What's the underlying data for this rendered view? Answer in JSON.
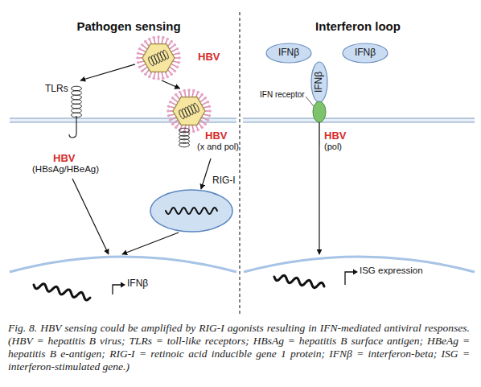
{
  "diagram": {
    "caption": "Fig. 8. HBV sensing could be amplified by RIG-I agonists resulting in IFN-mediated antiviral responses. (HBV = hepatitis B virus; TLRs = toll-like receptors; HBsAg = hepatitis B surface antigen; HBeAg = hepatitis B e-antigen; RIG-I = retinoic acid inducible gene 1 protein; IFNβ = interferon-beta; ISG = interferon-stimulated gene.)",
    "nodes": [
      {
        "text": [
          "HBV"
        ]
      },
      {
        "text": [
          "TLRs",
          "HBV",
          "(HBsAg/HBeAg)"
        ]
      },
      {
        "text": [
          "HBV",
          "(x and pol)"
        ]
      },
      {
        "text": [
          "RIG-I"
        ]
      },
      {
        "text": [
          "IFNβ"
        ]
      },
      {
        "text": [
          "IFNβ"
        ]
      },
      {
        "text": [
          "IFNβ"
        ]
      },
      {
        "text": [
          "IFNβ"
        ]
      },
      {
        "text": [
          "IFN receptor",
          "HBV",
          "(pol)"
        ]
      },
      {
        "text": [
          "ISG expression"
        ]
      }
    ],
    "edges": [
      {
        "from": 0,
        "to": 1,
        "arrow": "to"
      },
      {
        "from": 0,
        "to": 2,
        "arrow": "to"
      },
      {
        "from": 1,
        "to": 4,
        "arrow": "to"
      },
      {
        "from": 2,
        "to": 3,
        "arrow": "to"
      },
      {
        "from": 3,
        "to": 4,
        "arrow": "to"
      },
      {
        "from": 8,
        "to": 9,
        "arrow": "to"
      }
    ],
    "labels": [
      "Pathogen sensing",
      "Interferon loop"
    ]
  }
}
